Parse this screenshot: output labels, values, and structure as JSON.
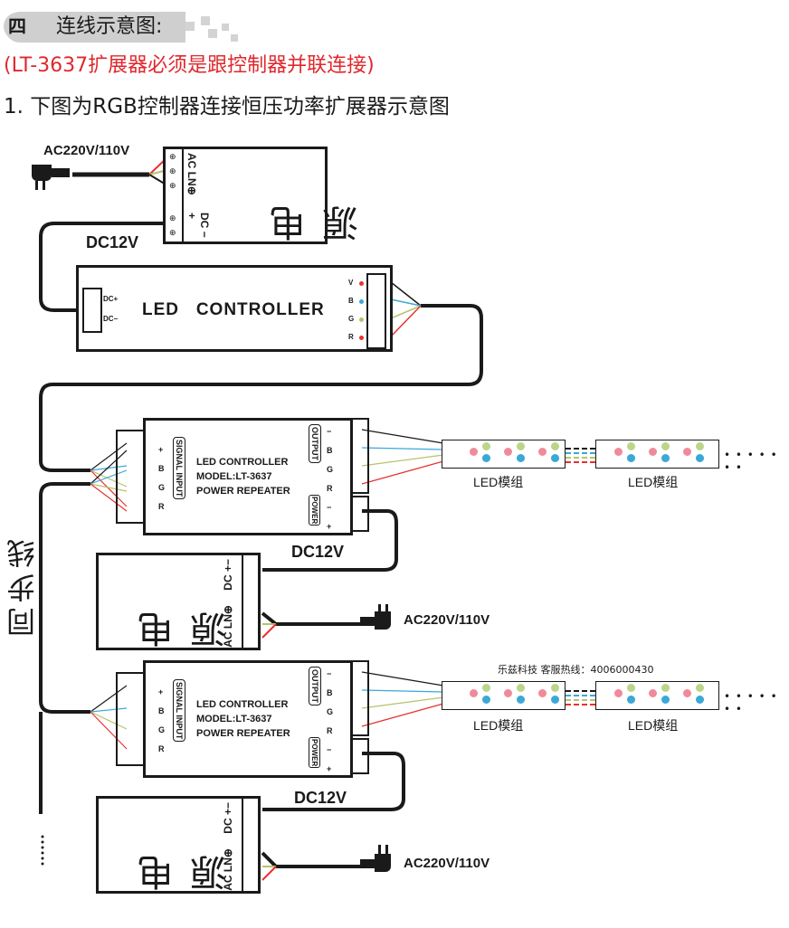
{
  "section": {
    "number": "四",
    "title": "连线示意图:"
  },
  "note": "(LT-3637扩展器必须是跟控制器并联连接)",
  "subtitle": "1. 下图为RGB控制器连接恒压功率扩展器示意图",
  "colors": {
    "note_red": "#e0282d",
    "wire_red": "#e8312f",
    "wire_blue": "#3aa8d8",
    "wire_green": "#b8c26a",
    "wire_black": "#1a1a1a",
    "header_gray": "#cfcfcf"
  },
  "power_supply": {
    "title": "电源",
    "ac_label": "AC",
    "ac_pins": [
      "L",
      "N",
      "⊕"
    ],
    "dc_label": "DC",
    "dc_pins": [
      "−",
      "+"
    ],
    "ac_input": "AC220V/110V",
    "dc_output": "DC12V"
  },
  "controller": {
    "title": "LED   CONTROLLER",
    "dc_pins": [
      "DC+",
      "DC−"
    ],
    "out_pins": [
      "V",
      "B",
      "G",
      "R"
    ]
  },
  "repeater": {
    "line1": "LED CONTROLLER",
    "line2": "MODEL:LT-3637",
    "line3": "POWER REPEATER",
    "signal_input_label": "SIGNAL INPUT",
    "signal_pins": [
      "+",
      "B",
      "G",
      "R"
    ],
    "output_label": "OUTPUT",
    "output_pins": [
      "−",
      "B",
      "G",
      "R"
    ],
    "power_label": "POWER",
    "power_pins": [
      "−",
      "+"
    ]
  },
  "led_module_label": "LED模组",
  "ellipsis": "• • • • • • •",
  "sync_line_label": "同步线",
  "hotline": "乐兹科技 客服热线：4006000430",
  "icons": {
    "plug": "ac-plug-icon",
    "terminal": "screw-terminal-icon",
    "led": "rgb-led-icon"
  }
}
